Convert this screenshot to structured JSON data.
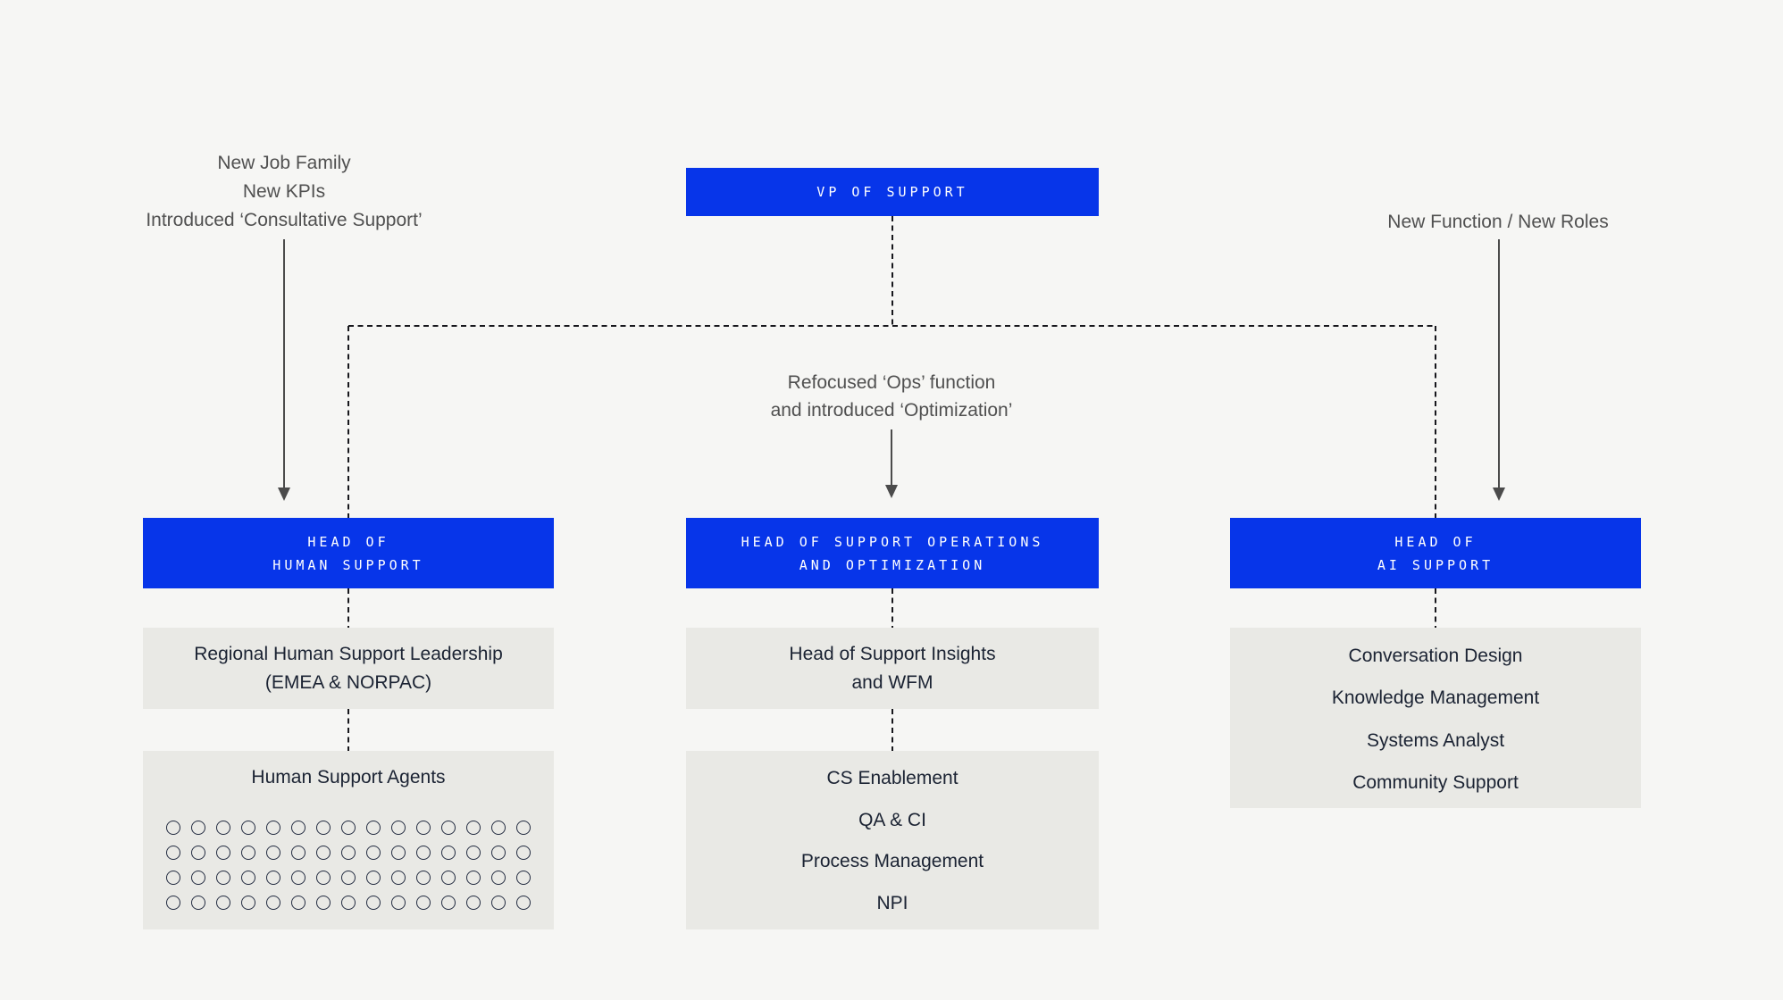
{
  "colors": {
    "accent_blue": "#0735e9",
    "box_gray": "#e9e9e5",
    "background": "#f6f6f4",
    "text_dark": "#1b2333",
    "text_muted": "#505050",
    "dashed_line": "#17171c",
    "arrow_line": "#4b4b4b"
  },
  "annotations": {
    "left": {
      "line1": "New Job Family",
      "line2": "New KPIs",
      "line3": "Introduced ‘Consultative Support’"
    },
    "middle": {
      "line1": "Refocused ‘Ops’ function",
      "line2": "and introduced ‘Optimization’"
    },
    "right": {
      "line1": "New Function / New Roles"
    }
  },
  "org": {
    "root": {
      "label": "VP OF SUPPORT"
    },
    "columns": [
      {
        "head_lines": [
          "HEAD OF",
          "HUMAN SUPPORT"
        ],
        "regional_box": {
          "line1": "Regional Human Support Leadership",
          "line2": "(EMEA & NORPAC)"
        },
        "agents_box": {
          "title": "Human Support Agents",
          "agent_grid": {
            "rows": 4,
            "cols": 15
          }
        }
      },
      {
        "head_lines": [
          "HEAD OF SUPPORT OPERATIONS",
          "AND OPTIMIZATION"
        ],
        "insights_box": {
          "line1": "Head of Support Insights",
          "line2": "and WFM"
        },
        "teams_box": {
          "items": [
            "CS Enablement",
            "QA & CI",
            "Process Management",
            "NPI"
          ]
        }
      },
      {
        "head_lines": [
          "HEAD OF",
          "AI SUPPORT"
        ],
        "teams_box": {
          "items": [
            "Conversation Design",
            "Knowledge Management",
            "Systems Analyst",
            "Community Support"
          ]
        }
      }
    ]
  }
}
